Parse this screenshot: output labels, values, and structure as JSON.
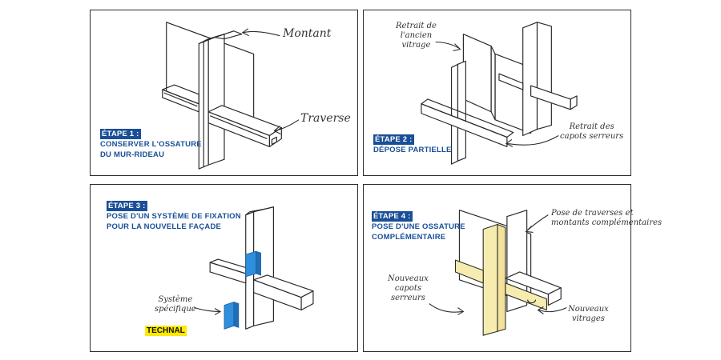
{
  "panels": [
    {
      "step": "ÉTAPE 1 :",
      "lines": [
        "CONSERVER L'OSSATURE",
        "DU MUR-RIDEAU"
      ],
      "labels": {
        "montant": "Montant",
        "traverse": "Traverse"
      }
    },
    {
      "step": "ÉTAPE 2 :",
      "lines": [
        "DÉPOSE PARTIELLE"
      ],
      "labels": {
        "retrait_vitrage": [
          "Retrait de",
          "l'ancien",
          "vitrage"
        ],
        "retrait_capots": [
          "Retrait des",
          "capots serreurs"
        ]
      }
    },
    {
      "step": "ÉTAPE 3 :",
      "lines": [
        "POSE D'UN SYSTÈME DE FIXATION",
        "POUR LA NOUVELLE FAÇADE"
      ],
      "labels": {
        "systeme": [
          "Système",
          "spécifique"
        ],
        "brand": "TECHNAL"
      }
    },
    {
      "step": "ÉTAPE 4 :",
      "lines": [
        "POSE D'UNE OSSATURE",
        "COMPLÉMENTAIRE"
      ],
      "labels": {
        "pose": [
          "Pose de traverses et",
          "montants complémentaires"
        ],
        "capots": [
          "Nouveaux",
          "capots",
          "serreurs"
        ],
        "vitrages": [
          "Nouveaux",
          "vitrages"
        ]
      }
    }
  ],
  "colors": {
    "ink": "#2b2b2b",
    "caption_blue": "#1a4f97",
    "fixing_blue": "#2f8fde",
    "new_frame_yellow": "#f7ecb0",
    "brand_yellow": "#ffe900"
  }
}
